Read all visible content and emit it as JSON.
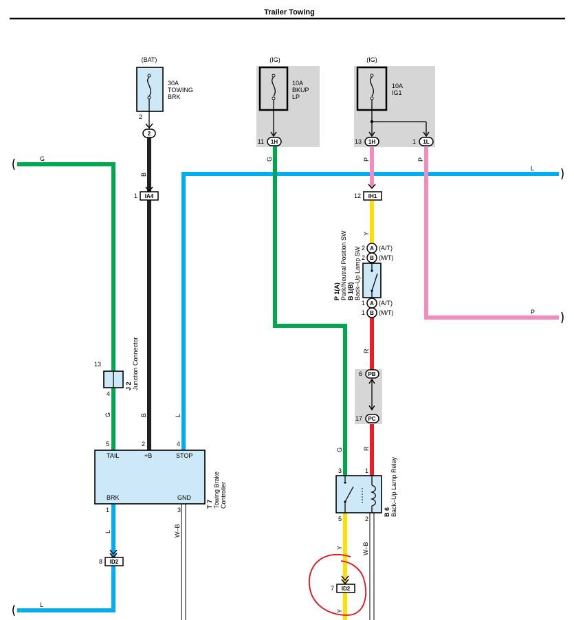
{
  "title": "Trailer Towing",
  "sources": {
    "bat": "(BAT)",
    "ig_left": "(IG)",
    "ig_right": "(IG)"
  },
  "fuses": {
    "towing_brk": {
      "line1": "30A",
      "line2": "TOWING",
      "line3": "BRK"
    },
    "bkup_lp": {
      "line1": "10A",
      "line2": "BKUP",
      "line3": "LP"
    },
    "ig1": {
      "line1": "10A",
      "line2": "IG1"
    }
  },
  "connectors": {
    "c2": {
      "label": "2",
      "pin": "2"
    },
    "c1h_left": {
      "label": "1H",
      "pin": "11"
    },
    "c1h_right": {
      "label": "1H",
      "pin": "13"
    },
    "c1l": {
      "label": "1L",
      "pin": "1"
    },
    "ia4": {
      "label": "IA4",
      "pin": "1"
    },
    "ih1": {
      "label": "IH1",
      "pin": "12"
    },
    "pb": {
      "label": "PB",
      "pin": "6"
    },
    "pc": {
      "label": "PC",
      "pin": "17"
    },
    "id2_left": {
      "label": "ID2",
      "pin": "8"
    },
    "id2_right": {
      "label": "ID2",
      "pin": "7"
    },
    "sw_a_top": {
      "label": "A",
      "pin": "2",
      "note": "(A/T)"
    },
    "sw_b_top": {
      "label": "B",
      "pin": "2",
      "note": "(M/T)"
    },
    "sw_a_bot": {
      "label": "A",
      "pin": "1",
      "note": "(A/T)"
    },
    "sw_b_bot": {
      "label": "B",
      "pin": "1",
      "note": "(M/T)"
    }
  },
  "wire_colors": {
    "G": "#00a650",
    "B": "#231f20",
    "L": "#00aeef",
    "P": "#f28cbe",
    "Y": "#ffe000",
    "R": "#ed1c24",
    "WB": "#ffffff"
  },
  "wire_labels": {
    "g_left": "G",
    "g_left2": "G",
    "b_mid": "B",
    "b_mid2": "B",
    "l_top": "L",
    "l_stop": "L",
    "g_bkup": "G",
    "g_bkup2": "G",
    "p_top": "P",
    "p_top2": "P",
    "y_sw": "Y",
    "p_right": "P",
    "r_sw": "R",
    "r_relay": "R",
    "l_brk": "L",
    "l_bottom": "L",
    "wb_ctrl": "W–B",
    "wb_relay": "W–B",
    "y_relay": "Y",
    "y_bottom": "Y"
  },
  "junction": {
    "pin_top": "13",
    "pin_bottom": "4",
    "code": "J 2",
    "name": "Junction Connector"
  },
  "switch": {
    "code1": "P 1(A)",
    "name1": "Park/Neutral Position SW",
    "code2": "B 1(B)",
    "name2": "Back–Up Lamp SW"
  },
  "controller": {
    "code": "T 7",
    "name1": "Towing Brake",
    "name2": "Controller",
    "tail": "TAIL",
    "plus_b": "+B",
    "stop": "STOP",
    "brk": "BRK",
    "gnd": "GND",
    "pin_tail": "5",
    "pin_plus_b": "2",
    "pin_stop": "4",
    "pin_brk": "1",
    "pin_gnd": "3"
  },
  "relay": {
    "code": "B 6",
    "name": "Back–Up Lamp Relay",
    "pin_3": "3",
    "pin_1": "1",
    "pin_5": "5",
    "pin_2": "2"
  },
  "fuse_pin_bat": "2"
}
